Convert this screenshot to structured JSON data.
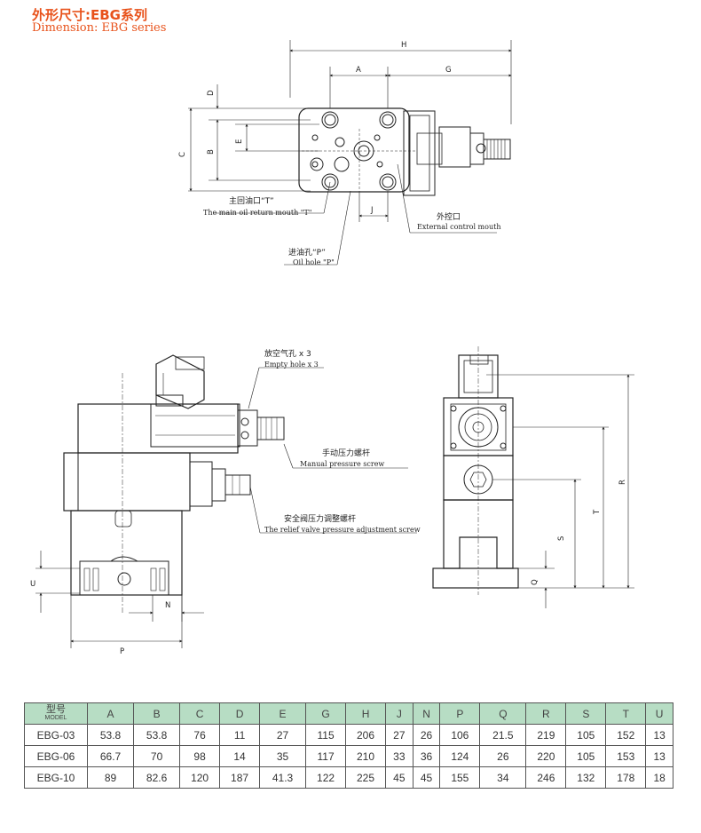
{
  "header": {
    "title_cn": "外形尺寸:EBG系列",
    "title_en": "Dimension: EBG series"
  },
  "top_view": {
    "dims": {
      "H": "H",
      "A": "A",
      "G": "G",
      "D": "D",
      "C": "C",
      "B": "B",
      "E": "E",
      "J": "J"
    },
    "callouts": {
      "main_return_cn": "主回油口“T”",
      "main_return_en": "The main oil return mouth \"T\"",
      "external_cn": "外控口",
      "external_en": "External control mouth",
      "oil_hole_cn": "进油孔“P”",
      "oil_hole_en": "Oil hole \"P\""
    }
  },
  "front_view": {
    "dims": {
      "U": "U",
      "N": "N",
      "P": "P"
    },
    "callouts": {
      "empty_hole_cn": "放空气孔 x 3",
      "empty_hole_en": "Empty hole x 3",
      "manual_cn": "手动压力螺杆",
      "manual_en": "Manual pressure screw",
      "relief_cn": "安全阀压力调整螺杆",
      "relief_en": "The relief valve pressure adjustment screw"
    }
  },
  "side_view": {
    "dims": {
      "R": "R",
      "T": "T",
      "S": "S",
      "Q": "Q"
    }
  },
  "table": {
    "model_cn": "型号",
    "model_en": "MODEL",
    "columns": [
      "A",
      "B",
      "C",
      "D",
      "E",
      "G",
      "H",
      "J",
      "N",
      "P",
      "Q",
      "R",
      "S",
      "T",
      "U"
    ],
    "rows": [
      {
        "model": "EBG-03",
        "values": [
          "53.8",
          "53.8",
          "76",
          "11",
          "27",
          "115",
          "206",
          "27",
          "26",
          "106",
          "21.5",
          "219",
          "105",
          "152",
          "13"
        ]
      },
      {
        "model": "EBG-06",
        "values": [
          "66.7",
          "70",
          "98",
          "14",
          "35",
          "117",
          "210",
          "33",
          "36",
          "124",
          "26",
          "220",
          "105",
          "153",
          "13"
        ]
      },
      {
        "model": "EBG-10",
        "values": [
          "89",
          "82.6",
          "120",
          "187",
          "41.3",
          "122",
          "225",
          "45",
          "45",
          "155",
          "34",
          "246",
          "132",
          "178",
          "18"
        ]
      }
    ]
  },
  "colors": {
    "title": "#e8521b",
    "table_header": "#b7ddc4"
  }
}
